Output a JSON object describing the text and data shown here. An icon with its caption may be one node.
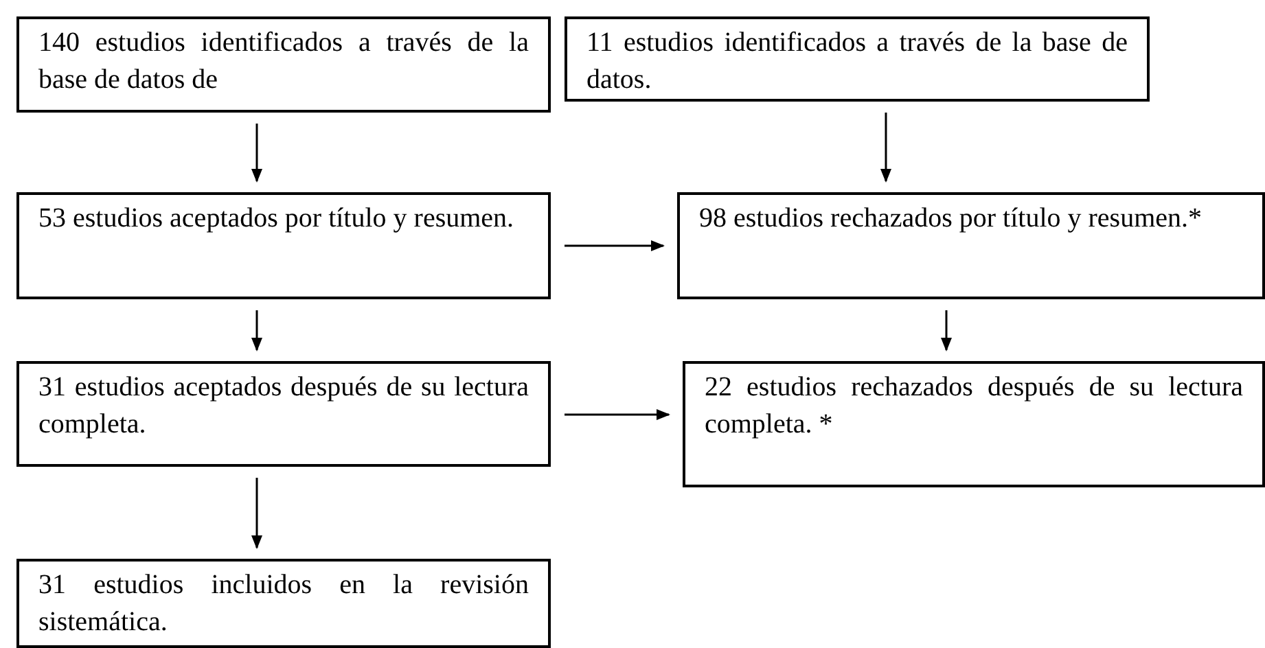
{
  "diagram": {
    "nodes": [
      {
        "text": [
          "140 estudios identificados a través de la base de datos de"
        ]
      },
      {
        "text": [
          "11 estudios identificados a través de la base de datos."
        ]
      },
      {
        "text": [
          "53 estudios aceptados por título y resumen."
        ]
      },
      {
        "text": [
          "98 estudios rechazados por título y resumen.*"
        ]
      },
      {
        "text": [
          "31 estudios aceptados después de su lectura completa."
        ]
      },
      {
        "text": [
          "22 estudios rechazados después de su lectura completa. *"
        ]
      },
      {
        "text": [
          "31 estudios incluidos en la revisión sistemática."
        ]
      }
    ],
    "edges": [
      {
        "from": 0,
        "to": 2,
        "arrow": "to"
      },
      {
        "from": 1,
        "to": 3,
        "arrow": "to"
      },
      {
        "from": 2,
        "to": 3,
        "arrow": "to"
      },
      {
        "from": 2,
        "to": 4,
        "arrow": "to"
      },
      {
        "from": 3,
        "to": 5,
        "arrow": "to"
      },
      {
        "from": 4,
        "to": 5,
        "arrow": "to"
      },
      {
        "from": 4,
        "to": 6,
        "arrow": "to"
      }
    ]
  }
}
